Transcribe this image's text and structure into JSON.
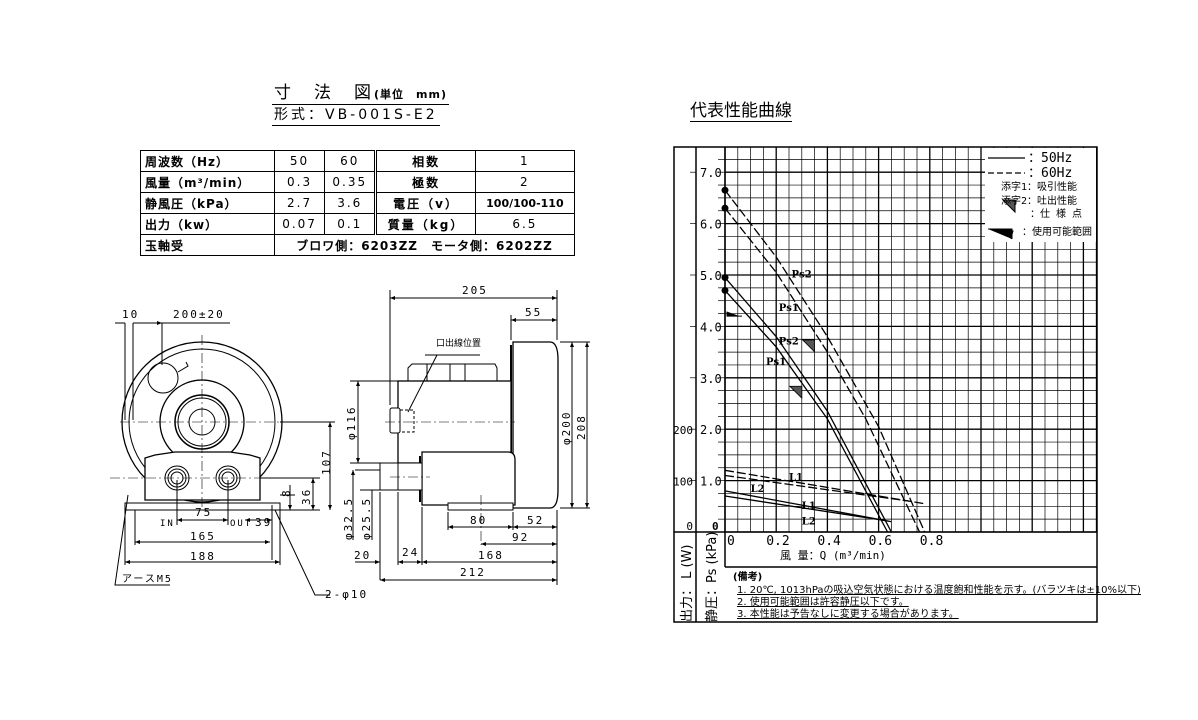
{
  "header": {
    "title": "寸　法　図",
    "unit": "(単位　mm)",
    "model": "形式：VB-001S-E2",
    "chart_title": "代表性能曲線"
  },
  "spec_table": {
    "rows": [
      {
        "label": "周波数（Hz）",
        "v50": "50",
        "v60": "60",
        "label2": "相数",
        "val2": "1"
      },
      {
        "label": "風量（m³/min）",
        "v50": "0.3",
        "v60": "0.35",
        "label2": "極数",
        "val2": "2"
      },
      {
        "label": "静風圧（kPa）",
        "v50": "2.7",
        "v60": "3.6",
        "label2": "電圧（v）",
        "val2": "100/100-110"
      },
      {
        "label": "出力（kw）",
        "v50": "0.07",
        "v60": "0.1",
        "label2": "質量（kg）",
        "val2": "6.5"
      }
    ],
    "bearing_label": "玉軸受",
    "bearing_value": "ブロワ側：6203ZZ　モータ側：6202ZZ"
  },
  "drawing": {
    "front": {
      "d10": "10",
      "d200": "200±20",
      "d107": "107",
      "d8": "8",
      "d36": "36",
      "in": "IN",
      "d75": "75",
      "out": "OUT",
      "d39": "39",
      "d165": "165",
      "d188": "188",
      "earth": "アースM5",
      "holes": "2-φ10"
    },
    "side": {
      "d205": "205",
      "d55": "55",
      "lead": "口出線位置",
      "phi116": "φ116",
      "phi200": "φ200",
      "d208": "208",
      "phi325": "φ32.5",
      "phi255": "φ25.5",
      "d80": "80",
      "d52": "52",
      "d92": "92",
      "d20": "20",
      "d24": "24",
      "d168": "168",
      "d212": "212"
    }
  },
  "chart_data": {
    "type": "line",
    "title": "代表性能曲線",
    "xlabel": "風 量：Q (m³/min)",
    "ylabel": "静圧：Ps (kPa)",
    "ylabel2": "出力： L (W)",
    "xlim": [
      0,
      1.45
    ],
    "ylim": [
      0,
      7.5
    ],
    "x_ticks": [
      "0",
      "0.2",
      "0.4",
      "0.6",
      "0.8"
    ],
    "x_tick_values": [
      0,
      0.2,
      0.4,
      0.6,
      0.8
    ],
    "y_ticks": [
      "1.0",
      "2.0",
      "3.0",
      "4.0",
      "5.0",
      "6.0",
      "7.0"
    ],
    "y_tick_values": [
      1,
      2,
      3,
      4,
      5,
      6,
      7
    ],
    "y_zero": "0",
    "y2_ticks": [
      "0",
      "100",
      "200"
    ],
    "y2_tick_values": [
      0,
      1,
      2
    ],
    "grid": true,
    "legend": {
      "position": "top-right",
      "items": [
        "：50Hz",
        "：60Hz",
        "添字1：吸引性能",
        "添字2：吐出性能",
        "：仕 様 点",
        "：使用可能範囲"
      ]
    },
    "series": [
      {
        "name": "Ps1 50Hz",
        "label": "Ps1",
        "style": "solid",
        "x": [
          0,
          0.2,
          0.4,
          0.635
        ],
        "y": [
          4.7,
          3.6,
          2.2,
          0
        ],
        "label_at": [
          0.16,
          3.25
        ]
      },
      {
        "name": "Ps2 50Hz",
        "label": "Ps2",
        "style": "solid",
        "x": [
          0,
          0.2,
          0.4,
          0.65
        ],
        "y": [
          4.95,
          3.8,
          2.35,
          0
        ],
        "label_at": [
          0.21,
          3.65
        ]
      },
      {
        "name": "Ps1 60Hz",
        "label": "Ps1",
        "style": "dashed",
        "x": [
          0,
          0.2,
          0.4,
          0.55,
          0.76
        ],
        "y": [
          6.3,
          5.05,
          3.5,
          2.2,
          0
        ],
        "label_at": [
          0.21,
          4.3
        ]
      },
      {
        "name": "Ps2 60Hz",
        "label": "Ps2",
        "style": "dashed",
        "x": [
          0,
          0.2,
          0.4,
          0.6,
          0.78
        ],
        "y": [
          6.65,
          5.35,
          3.8,
          2.05,
          0
        ],
        "label_at": [
          0.26,
          4.95
        ]
      },
      {
        "name": "L1 50Hz",
        "label": "L1",
        "style": "solid",
        "x": [
          0,
          0.65
        ],
        "y": [
          0.8,
          0.2
        ],
        "label_at": [
          0.3,
          0.45
        ]
      },
      {
        "name": "L2 50Hz",
        "label": "L2",
        "style": "solid",
        "x": [
          0,
          0.63
        ],
        "y": [
          0.7,
          0.22
        ],
        "label_at": [
          0.3,
          0.15
        ]
      },
      {
        "name": "L1 60Hz",
        "label": "L1",
        "style": "dashed",
        "x": [
          0,
          0.78
        ],
        "y": [
          1.2,
          0.55
        ],
        "label_at": [
          0.25,
          1.0
        ]
      },
      {
        "name": "L2 60Hz",
        "label": "L2",
        "style": "dashed",
        "x": [
          0,
          0.72
        ],
        "y": [
          1.1,
          0.6
        ],
        "label_at": [
          0.1,
          0.78
        ]
      }
    ],
    "spec_points": [
      {
        "name": "50Hz",
        "x": 0.3,
        "y": 2.7
      },
      {
        "name": "60Hz",
        "x": 0.35,
        "y": 3.6
      }
    ],
    "usable_limit": {
      "x": 0,
      "y": 4.2
    },
    "notes_title": "(備考)",
    "notes": [
      "1. 20℃, 1013hPaの吸込空気状態における温度飽和性能を示す。(バラツキは±10%以下)",
      "2. 使用可能範囲は許容静圧以下です。",
      "3. 本性能は予告なしに変更する場合があります。"
    ],
    "colors": {
      "line": "#000000",
      "grid": "#000000",
      "marker_fill": "#555555"
    }
  }
}
